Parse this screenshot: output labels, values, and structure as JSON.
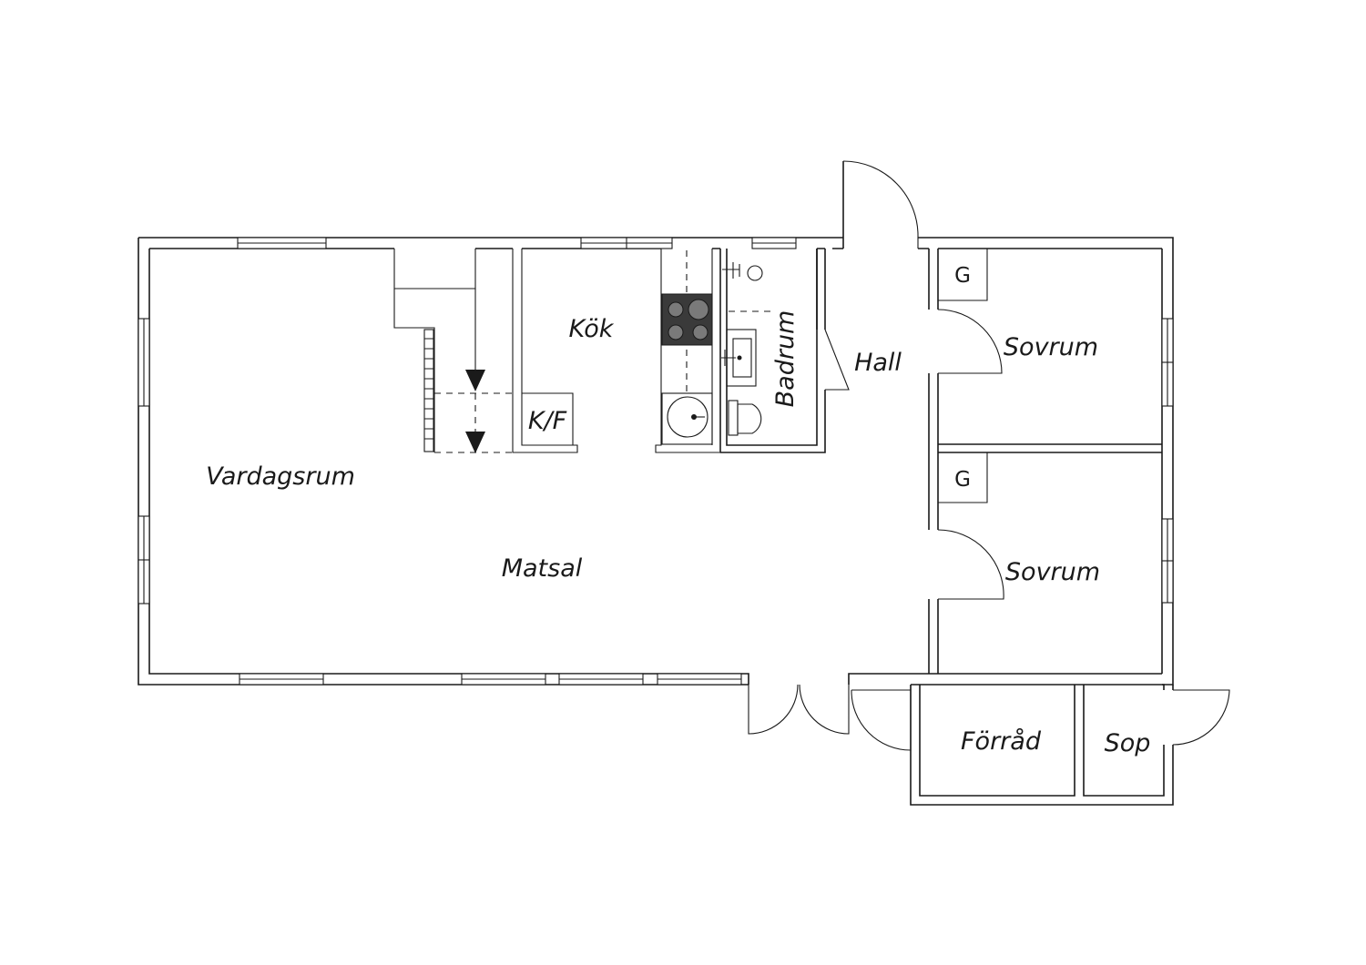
{
  "rooms": {
    "vardagsrum": "Vardagsrum",
    "matsal": "Matsal",
    "kok": "Kök",
    "kf": "K/F",
    "badrum": "Badrum",
    "hall": "Hall",
    "sovrum_1": "Sovrum",
    "sovrum_2": "Sovrum",
    "g_1": "G",
    "g_2": "G",
    "forrad": "Förråd",
    "sop": "Sop"
  }
}
